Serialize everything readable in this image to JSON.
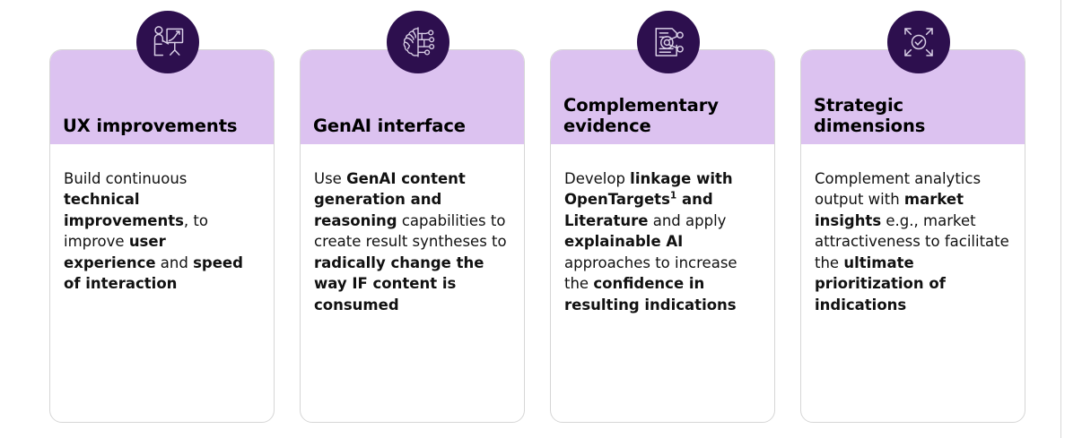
{
  "slide": {
    "background_color": "#ffffff",
    "accent_dark": "#2d0f4e",
    "accent_light": "#dcc2f0",
    "card_border_color": "#d6d6d6"
  },
  "cards": [
    {
      "icon_name": "person-presenting-growth-chart-icon",
      "title": "UX improvements",
      "body_runs": [
        {
          "text": "Build continuous ",
          "bold": false
        },
        {
          "text": "technical improvements",
          "bold": true
        },
        {
          "text": ", to improve ",
          "bold": false
        },
        {
          "text": "user experience",
          "bold": true
        },
        {
          "text": " and ",
          "bold": false
        },
        {
          "text": "speed of interaction",
          "bold": true
        }
      ],
      "body_plain": "Build continuous technical improvements, to improve user experience and speed of interaction"
    },
    {
      "icon_name": "brain-circuit-ai-icon",
      "title": "GenAI interface",
      "body_runs": [
        {
          "text": "Use ",
          "bold": false
        },
        {
          "text": "GenAI content generation and reasoning",
          "bold": true
        },
        {
          "text": " capabilities to create result syntheses to ",
          "bold": false
        },
        {
          "text": "radically change the way IF content is consumed",
          "bold": true
        }
      ],
      "body_plain": "Use GenAI content generation and reasoning capabilities to create result syntheses to radically change the way IF content is consumed"
    },
    {
      "icon_name": "document-magnifier-network-icon",
      "title": "Complementary evidence",
      "body_runs": [
        {
          "text": "Develop ",
          "bold": false
        },
        {
          "text": "linkage with OpenTargets",
          "bold": true,
          "superscript": "1"
        },
        {
          "text": " and ",
          "bold": true
        },
        {
          "text": "Literature",
          "bold": true
        },
        {
          "text": " and apply ",
          "bold": false
        },
        {
          "text": "explainable AI",
          "bold": true
        },
        {
          "text": " approaches to increase the ",
          "bold": false
        },
        {
          "text": "confidence in resulting indications",
          "bold": true
        }
      ],
      "footnote_marker": "1",
      "body_plain": "Develop linkage with OpenTargets1 and Literature and apply explainable AI approaches to increase the confidence in resulting indications"
    },
    {
      "icon_name": "expand-arrows-check-circle-icon",
      "title": "Strategic dimensions",
      "body_runs": [
        {
          "text": "Complement analytics output with ",
          "bold": false
        },
        {
          "text": "market insights",
          "bold": true
        },
        {
          "text": " e.g., market attractiveness to facilitate the ",
          "bold": false
        },
        {
          "text": "ultimate prioritization of indications",
          "bold": true
        }
      ],
      "body_plain": "Complement analytics output with market insights e.g., market attractiveness to facilitate the ultimate prioritization of indications"
    }
  ]
}
